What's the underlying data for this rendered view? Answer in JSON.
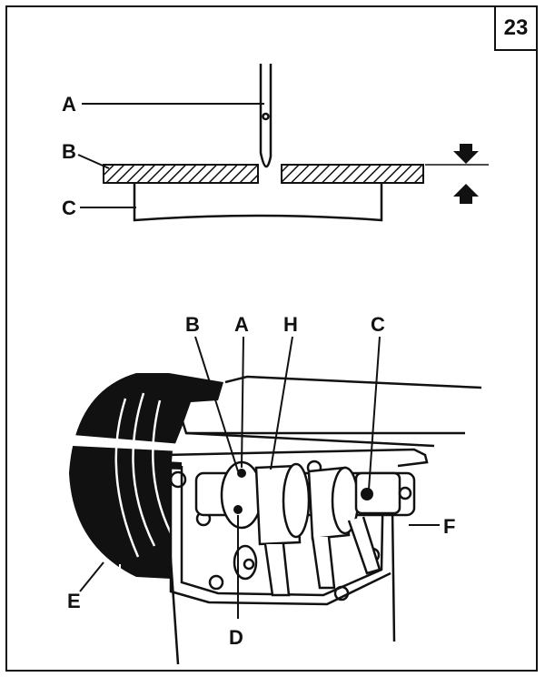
{
  "page": {
    "number": "23"
  },
  "top_figure": {
    "labels": {
      "needle": "A",
      "throat_plate": "B",
      "feed_dog": "C"
    }
  },
  "bottom_figure": {
    "labels": {
      "top_b": "B",
      "top_a": "A",
      "top_h": "H",
      "top_c": "C",
      "left_e": "E",
      "bottom_d": "D",
      "right_f": "F"
    }
  }
}
